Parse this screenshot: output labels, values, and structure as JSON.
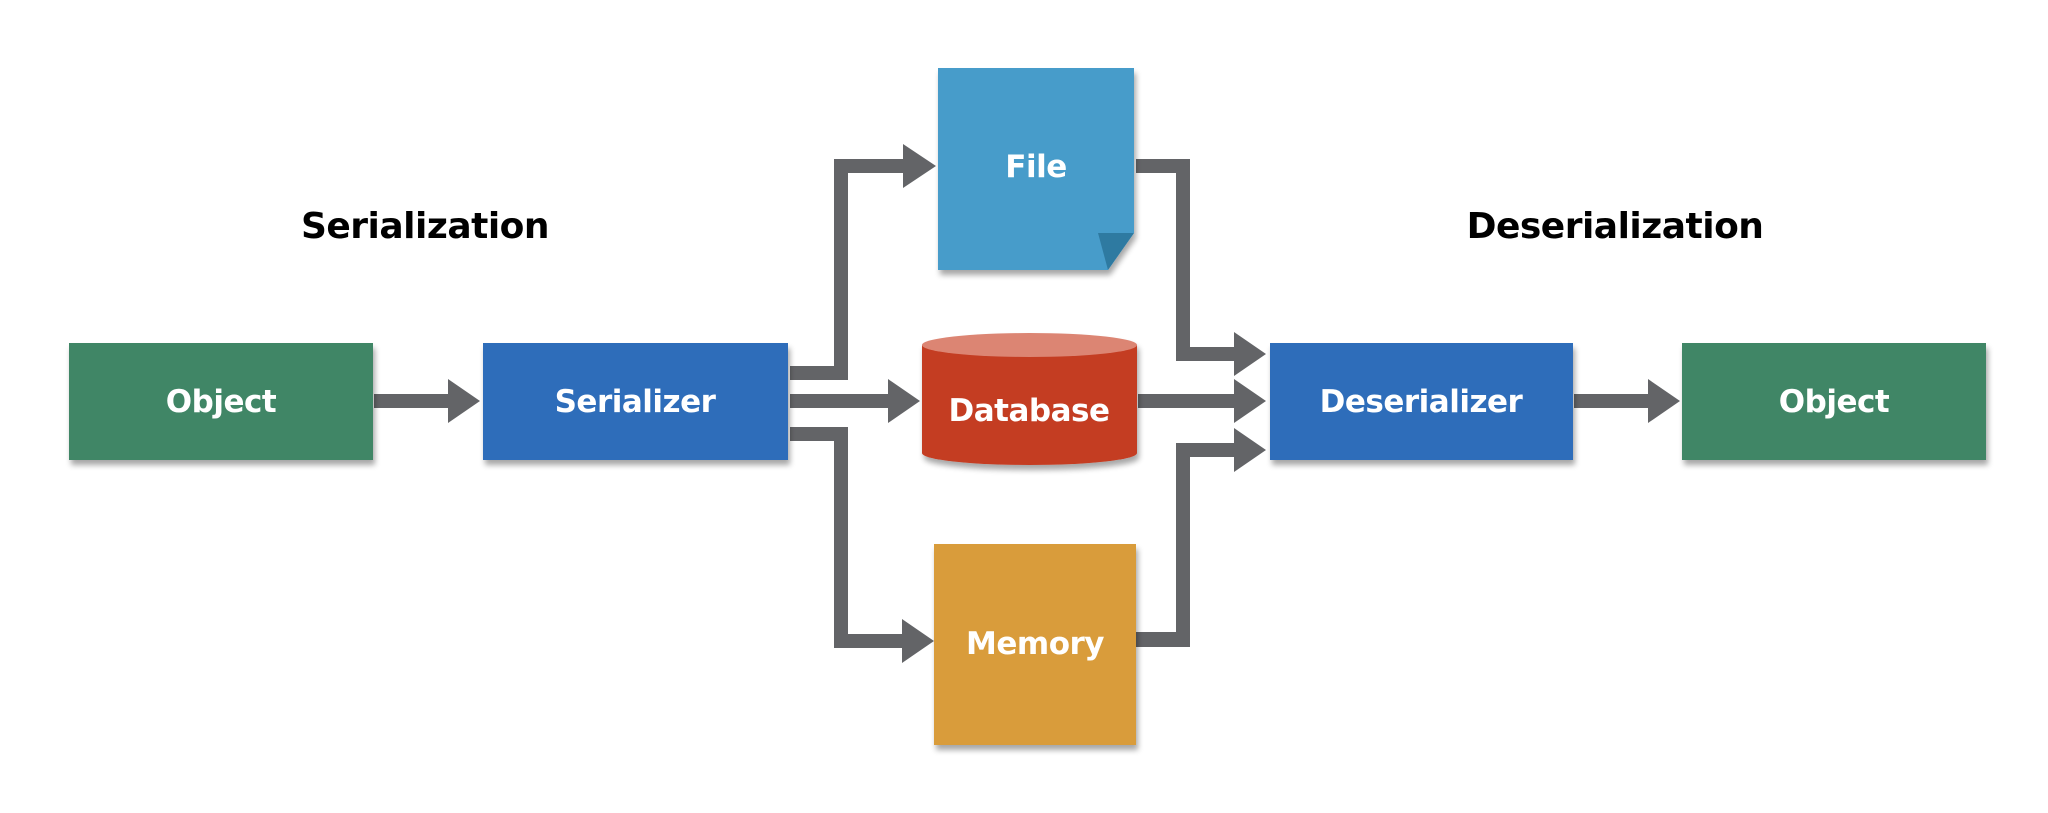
{
  "headings": {
    "left": "Serialization",
    "right": "Deserialization"
  },
  "nodes": {
    "object_source": {
      "label": "Object",
      "shape": "rectangle",
      "color": "#3f8666"
    },
    "serializer": {
      "label": "Serializer",
      "shape": "rectangle",
      "color": "#2e6dba"
    },
    "file": {
      "label": "File",
      "shape": "note-folded-corner",
      "color": "#469cca",
      "fold_color": "#2f7aa1"
    },
    "database": {
      "label": "Database",
      "shape": "cylinder",
      "color": "#c43c22",
      "top_color": "#dc8573"
    },
    "memory": {
      "label": "Memory",
      "shape": "rectangle",
      "color": "#d99c3a"
    },
    "deserializer": {
      "label": "Deserializer",
      "shape": "rectangle",
      "color": "#2e6dba"
    },
    "object_target": {
      "label": "Object",
      "shape": "rectangle",
      "color": "#3f8666"
    }
  },
  "edges": [
    {
      "from": "object_source",
      "to": "serializer"
    },
    {
      "from": "serializer",
      "to": "file"
    },
    {
      "from": "serializer",
      "to": "database"
    },
    {
      "from": "serializer",
      "to": "memory"
    },
    {
      "from": "file",
      "to": "deserializer"
    },
    {
      "from": "database",
      "to": "deserializer"
    },
    {
      "from": "memory",
      "to": "deserializer"
    },
    {
      "from": "deserializer",
      "to": "object_target"
    }
  ],
  "colors": {
    "arrow": "#636467",
    "heading_text": "#000000",
    "label_text": "#ffffff",
    "background": "#ffffff"
  }
}
